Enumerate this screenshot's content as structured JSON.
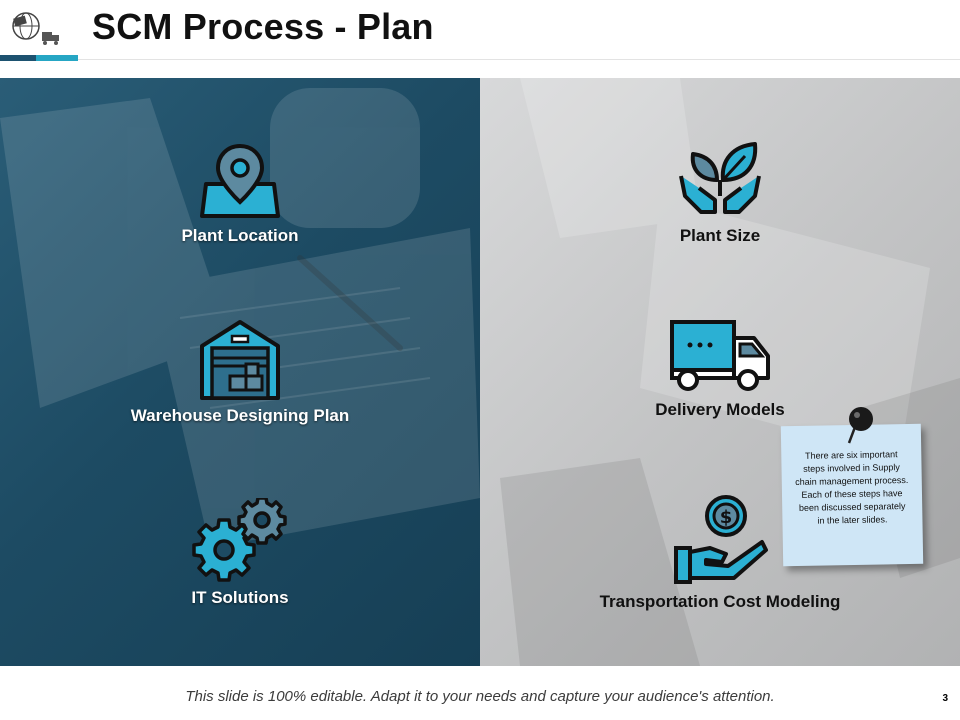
{
  "header": {
    "title": "SCM Process - Plan",
    "logo_icon": "globe-logistics-icon"
  },
  "items": [
    {
      "label": "Plant Location",
      "icon": "map-pin-icon"
    },
    {
      "label": "Plant Size",
      "icon": "plant-hands-icon"
    },
    {
      "label": "Warehouse Designing Plan",
      "icon": "warehouse-icon"
    },
    {
      "label": "Delivery Models",
      "icon": "delivery-truck-icon"
    },
    {
      "label": "IT Solutions",
      "icon": "gears-icon"
    },
    {
      "label": "Transportation Cost Modeling",
      "icon": "hand-dollar-icon"
    }
  ],
  "note": {
    "text": "There are six important steps involved in Supply chain management  process. Each of these steps have been discussed separately in the later slides."
  },
  "footer": {
    "text": "This slide is 100% editable. Adapt it to your needs and capture your audience's attention.",
    "page_number": "3"
  },
  "colors": {
    "dark_blue": "#1d5270",
    "accent_blue": "#26a6c4",
    "note_blue": "#cfe6f6"
  }
}
